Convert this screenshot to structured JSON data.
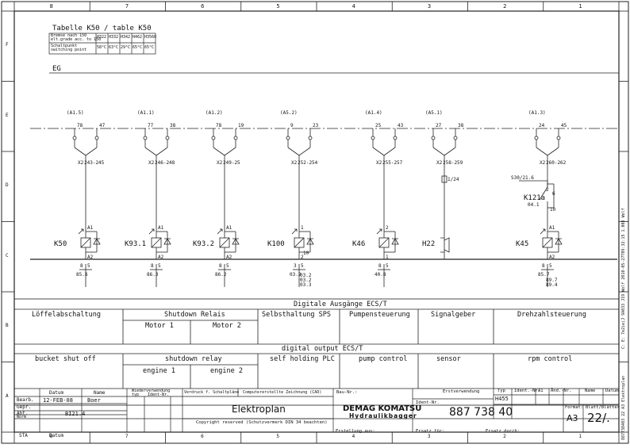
{
  "border": {
    "cols": [
      "8",
      "7",
      "6",
      "5",
      "4",
      "3",
      "2",
      "1"
    ],
    "rows": [
      "F",
      "E",
      "D",
      "C",
      "B",
      "A"
    ],
    "bottom_cols": [
      "8",
      "7",
      "6",
      "5",
      "4",
      "3",
      "2",
      "1"
    ]
  },
  "table_k50": {
    "title": "Tabelle K50 / table K50",
    "row1_label_a": "Bremse nach 150",
    "row1_label_b": "elt.grade acc. to 150",
    "row1_cols": [
      "H322",
      "H332",
      "H342",
      "H462",
      "H3560"
    ],
    "row2_label_a": "Schaltpunkt",
    "row2_label_b": "switching point",
    "row2_cols": [
      "58°C",
      "63°C",
      "29°C",
      "65°C",
      "65°C"
    ]
  },
  "bus_label": "EG",
  "circuits": [
    {
      "ref": "(A1.5)",
      "pinL": "78",
      "pinR": "47",
      "xr": "X2",
      "wire": "243-245",
      "dev": "K50",
      "pinA": "A1",
      "pinB": "A2",
      "cL": "8",
      "cR": "5",
      "cref": "85.8"
    },
    {
      "ref": "(A1.1)",
      "pinL": "77",
      "pinR": "38",
      "xr": "X2",
      "wire": "246-248",
      "dev": "K93.1",
      "pinA": "A1",
      "pinB": "A2",
      "cL": "8",
      "cR": "5",
      "cref": "86.3"
    },
    {
      "ref": "(A1.2)",
      "pinL": "78",
      "pinR": "19",
      "xr": "X2",
      "wire": "249-25",
      "dev": "K93.2",
      "pinA": "A1",
      "pinB": "A2",
      "cL": "8",
      "cR": "5",
      "cref": "86.2"
    },
    {
      "ref": "(A5.2)",
      "pinL": "9",
      "pinR": "23",
      "xr": "X2",
      "wire": "252-254",
      "dev": "K100",
      "pinA": "1",
      "pinB": "2",
      "cL": "3",
      "cR": "5",
      "cref": "03.2"
    },
    {
      "ref": "(A1.4)",
      "pinL": "25",
      "pinR": "43",
      "xr": "X2",
      "wire": "255-257",
      "dev": "K46",
      "pinA": "2",
      "pinB": "1",
      "cL": "8",
      "cR": "5",
      "cref": "40.8"
    },
    {
      "ref": "(A5.1)",
      "pinL": "27",
      "pinR": "38",
      "xr": "X2",
      "wire": "258-259",
      "dev": "H22",
      "pinA": "1/24",
      "pinB": "",
      "cL": "",
      "cR": "",
      "cref": ""
    },
    {
      "ref": "(A1.3)",
      "pinL": "24",
      "pinR": "45",
      "xr": "X2",
      "wire": "260-262",
      "dev": "K45",
      "pinA": "A1",
      "pinB": "A2",
      "cL": "8",
      "cR": "5",
      "cref": "85.7"
    }
  ],
  "extra": {
    "k100_pin10": "10",
    "k100_refs": [
      "03.2",
      "03.2",
      "03.3"
    ],
    "k45_refs": [
      "85.7",
      "89.7",
      "89.4"
    ],
    "s30_label": "S30/21.6",
    "k121_label": "K121a",
    "k121_ref": "04.1",
    "k121_pin2": "2",
    "k121_pin6": "6",
    "k121_pin10": "10"
  },
  "desc_table": {
    "header_de": "Digitale Ausgänge ECS/T",
    "header_en": "digital output ECS/T",
    "de": [
      "Löffelabschaltung",
      "Shutdown Relais",
      "Selbsthaltung SPS",
      "Pumpensteuerung",
      "Signalgeber",
      "Drehzahlsteuerung"
    ],
    "de_sub": [
      "Motor 1",
      "Motor 2"
    ],
    "en": [
      "bucket shut off",
      "shutdown relay",
      "self holding PLC",
      "pump control",
      "sensor",
      "rpm control"
    ],
    "en_sub": [
      "engine 1",
      "engine 2"
    ]
  },
  "title_block": {
    "col_datum": "Datum",
    "col_name": "Name",
    "row_bearb": "Bearb.",
    "row_gepr": "Gepr.",
    "row_abt": "Abt.",
    "row_norm": "Norm",
    "bearb_date": "12-FEB-08",
    "bearb_name": "Boer",
    "abt_val": "BI21.4",
    "wiederverwendung": "Wiederverwendung",
    "typ": "typ",
    "identnr": "Ident-Nr.",
    "verdr_label": "Verdruck f. Schaltpläne",
    "computer_label": "Computererstellte Zeichnung (CAD)",
    "title": "Elektroplan",
    "copyright": "Copyright reserved (Schutzvermerk DIN 34 beachten)",
    "bau_nr": "Bau-Nr.:",
    "company_1": "DEMAG KOMATSU",
    "company_2": "Hydraulikbagger",
    "ident_label": "Ident-Nr.",
    "ident_nr": "887 738 40",
    "erstverwendung": "Erstverwendung",
    "typ_label": "Typ",
    "typ_val": "H455",
    "ident_kurz": "Ident.-Nr.",
    "aa": "A1",
    "aend": "Änd.-Nr.",
    "name2": "Name",
    "datum2": "Datum",
    "format_label": "Format:",
    "format": "A3",
    "blatt_label": "Blatt/Blätter",
    "blatt": "22/.",
    "bottom_sta": "STA",
    "bottom_datum": "Datum",
    "ersatz_fuer": "Ersatz für:",
    "ersatz_durch": "Ersatz durch:",
    "erstellt": "Erstellung aus:"
  },
  "side_text": {
    "right_top": "C: E: 7e2ie(J 9A033 J19 Wolf 2010-05-27T09:32:15  1.008 Wolf",
    "right_bottom": "887738403 22  A3 Elektroplan"
  }
}
